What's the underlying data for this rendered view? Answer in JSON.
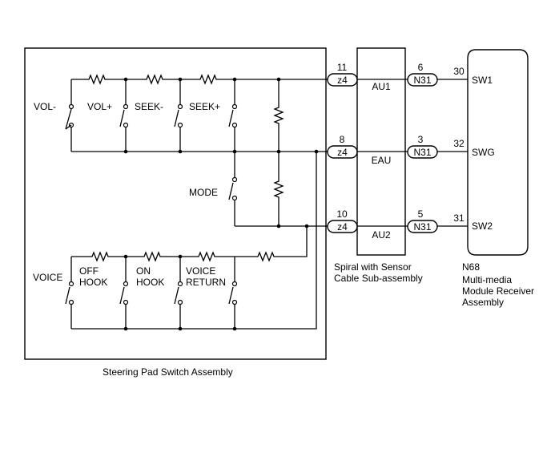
{
  "switch_assembly": {
    "title": "Steering Pad Switch Assembly",
    "switches": {
      "vol_minus": "VOL-",
      "vol_plus": "VOL+",
      "seek_minus": "SEEK-",
      "seek_plus": "SEEK+",
      "mode": "MODE",
      "voice": "VOICE",
      "off_hook_1": "OFF",
      "off_hook_2": "HOOK",
      "on_hook_1": "ON",
      "on_hook_2": "HOOK",
      "voice_return_1": "VOICE",
      "voice_return_2": "RETURN"
    }
  },
  "spiral_cable": {
    "name_1": "Spiral with Sensor",
    "name_2": "Cable Sub-assembly",
    "terminals": [
      "AU1",
      "EAU",
      "AU2"
    ]
  },
  "receiver": {
    "code": "N68",
    "name_1": "Multi-media",
    "name_2": "Module Receiver",
    "name_3": "Assembly",
    "terminals": [
      "SW1",
      "SWG",
      "SW2"
    ]
  },
  "connectors": {
    "z4": "z4",
    "n31": "N31",
    "z4_pins": [
      "11",
      "8",
      "10"
    ],
    "n31_pins": [
      "6",
      "3",
      "5"
    ],
    "receiver_pins": [
      "30",
      "32",
      "31"
    ]
  }
}
